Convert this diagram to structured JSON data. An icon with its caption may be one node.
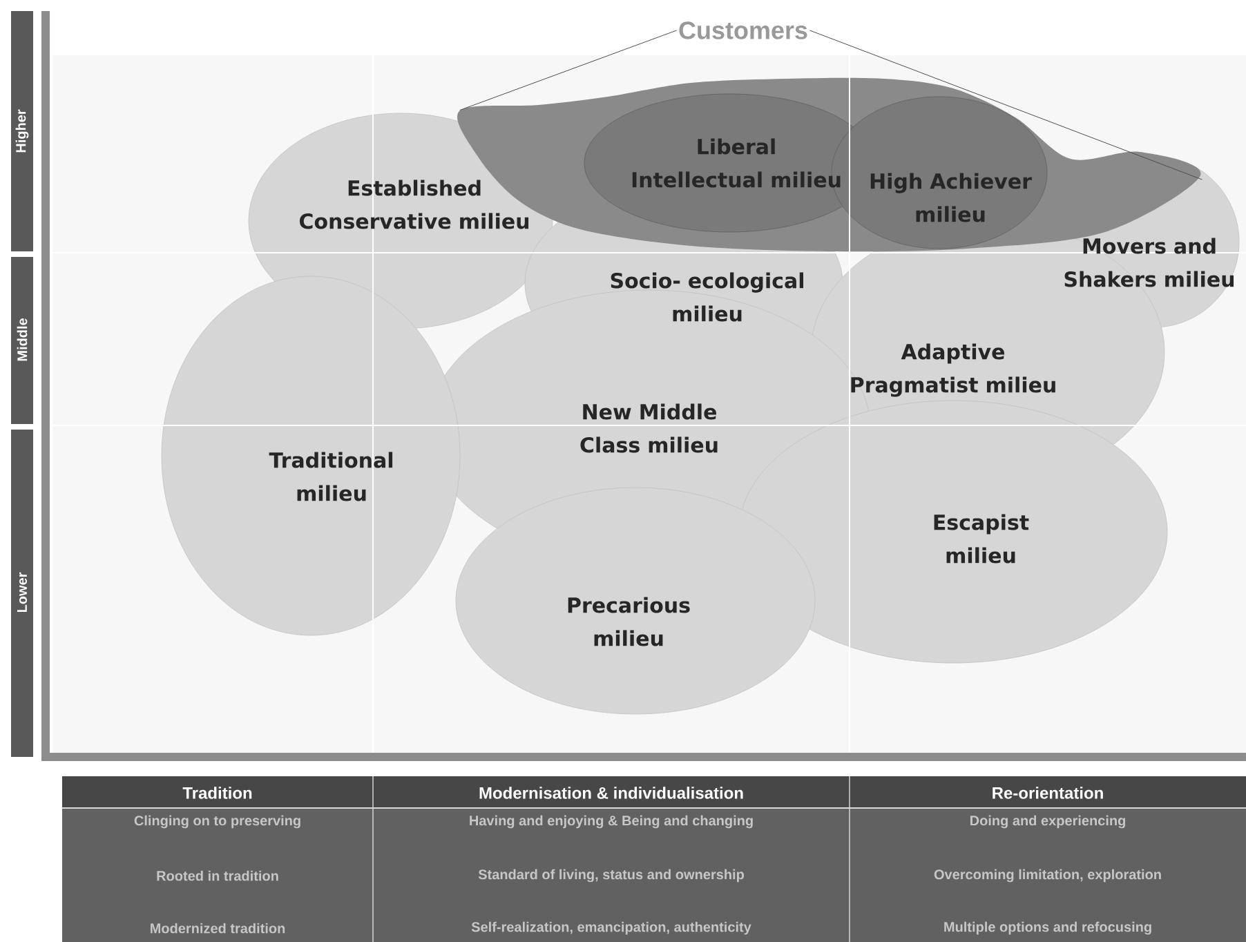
{
  "diagram": {
    "nodes": [
      {
        "text": [
          "Established Conservative milieu"
        ]
      },
      {
        "text": [
          "Liberal Intellectual milieu"
        ],
        "in": 11
      },
      {
        "text": [
          "High Achiever milieu"
        ],
        "in": 11
      },
      {
        "text": [
          "Movers and Shakers milieu"
        ]
      },
      {
        "text": [
          "Socio- ecological milieu"
        ]
      },
      {
        "text": [
          "Adaptive Pragmatist milieu"
        ]
      },
      {
        "text": [
          "New Middle Class milieu"
        ]
      },
      {
        "text": [
          "Traditional milieu"
        ]
      },
      {
        "text": [
          "Escapist milieu"
        ]
      },
      {
        "text": [
          "Precarious milieu"
        ]
      },
      {
        "text": [
          "Customers"
        ]
      },
      {
        "text": [],
        "shape": "cloud"
      }
    ],
    "edges": [
      {
        "from": 10,
        "to": 11,
        "arrow": "none"
      },
      {
        "from": 10,
        "to": 11,
        "arrow": "none"
      }
    ],
    "labels": [
      "Higher",
      "Middle",
      "Lower",
      "Tradition",
      "Modernisation & individualisation",
      "Re-orientation",
      "Clinging on to preserving",
      "Having and enjoying & Being and changing",
      "Doing and experiencing",
      "Rooted in tradition",
      "Standard of living, status and ownership",
      "Overcoming limitation, exploration",
      "Modernized tradition",
      "Self-realization, emancipation, authenticity",
      "Multiple options and refocusing"
    ]
  }
}
